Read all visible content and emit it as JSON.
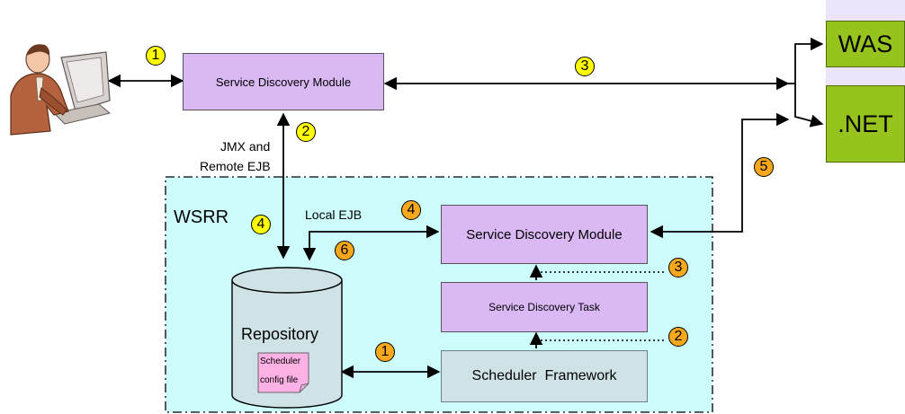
{
  "user": {
    "icon": "user-at-computer-icon"
  },
  "top_module": {
    "label": "Service Discovery Module"
  },
  "targets": [
    {
      "label": "WAS"
    },
    {
      "label": ".NET"
    }
  ],
  "wsrr": {
    "title": "WSRR"
  },
  "jmx_label": {
    "line1": "JMX and",
    "line2": "Remote EJB"
  },
  "local_ejb_label": "Local EJB",
  "inner_module": {
    "label": "Service Discovery Module"
  },
  "task": {
    "label": "Service Discovery Task"
  },
  "scheduler_fw": {
    "label": "Scheduler  Framework"
  },
  "repository": {
    "label": "Repository",
    "note_line1": "Scheduler",
    "note_line2": "config file"
  },
  "steps": {
    "outer_1": "1",
    "outer_2": "2",
    "outer_3": "3",
    "wsrr_4": "4",
    "local_4": "4",
    "step_5": "5",
    "step_6": "6",
    "inner_3": "3",
    "inner_2": "2",
    "inner_1": "1"
  },
  "colors": {
    "module_fill": "#d9b8f4",
    "target_fill": "#96c31e",
    "wsrr_fill": "#ccfcfc",
    "scheduler_fill": "#cfe3e6",
    "badge_yellow": "#ffff00",
    "badge_orange": "#f8a81c",
    "repository_fill": "#cfe3e6",
    "note_fill": "#fdb1e5"
  }
}
